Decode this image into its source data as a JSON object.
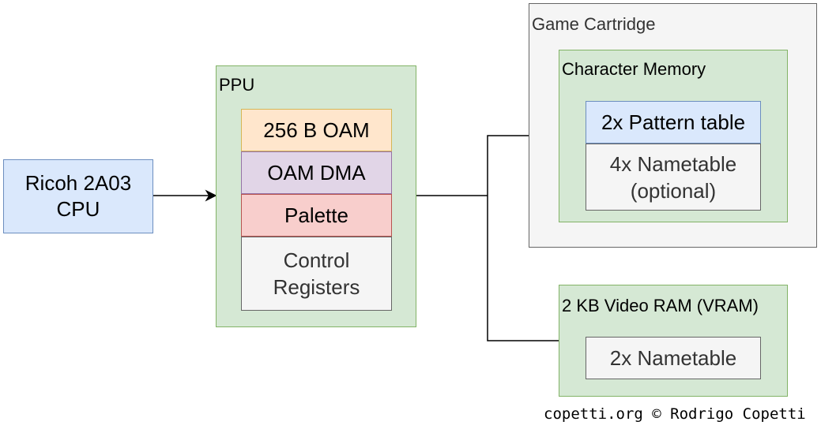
{
  "colors": {
    "cpu_fill": "#dae8fc",
    "cpu_border": "#6c8ebf",
    "green_fill": "#d5e8d4",
    "green_border": "#82b366",
    "grey_fill": "#f5f5f5",
    "grey_border": "#666666",
    "oam_fill": "#ffe6cc",
    "oam_border": "#d6b656",
    "dma_fill": "#e1d5e7",
    "dma_border": "#9673a6",
    "palette_fill": "#f8cecc",
    "palette_border": "#b85450",
    "pattern_fill": "#dae8fc",
    "pattern_border": "#6c8ebf"
  },
  "cpu": {
    "line1": "Ricoh 2A03",
    "line2": "CPU"
  },
  "ppu": {
    "title": "PPU",
    "oam": "256 B OAM",
    "oam_dma": "OAM DMA",
    "palette": "Palette",
    "control_line1": "Control",
    "control_line2": "Registers"
  },
  "cartridge": {
    "title": "Game Cartridge",
    "character_memory": {
      "title": "Character Memory",
      "pattern_table": "2x Pattern table",
      "nametable_line1": "4x Nametable",
      "nametable_line2": "(optional)"
    }
  },
  "vram": {
    "title": "2 KB Video RAM (VRAM)",
    "nametable": "2x Nametable"
  },
  "credit": "copetti.org © Rodrigo Copetti"
}
